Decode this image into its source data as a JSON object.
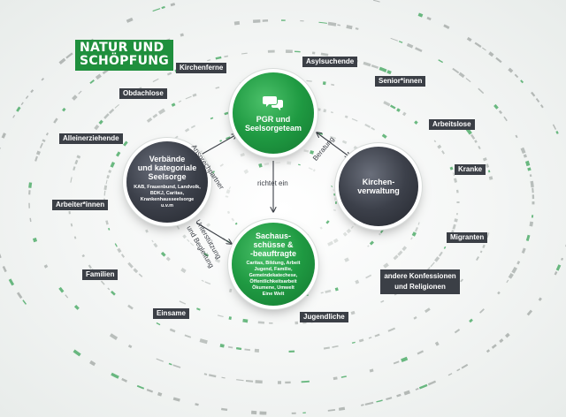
{
  "title": {
    "line1": "NATUR UND",
    "line2": "SCHÖPFUNG"
  },
  "center": {
    "top": {
      "title": [
        "PGR und",
        "Seelsorgeteam"
      ]
    },
    "left": {
      "title": [
        "Verbände",
        "und kategoriale",
        "Seelsorge"
      ],
      "sub": [
        "KAB, Frauenbund, Landvolk,",
        "BDKJ, Caritas,",
        "Krankenhausseelsorge",
        "u.v.m"
      ]
    },
    "right": {
      "title": [
        "Kirchen-",
        "verwaltung"
      ]
    },
    "bottom": {
      "title": [
        "Sachaus-",
        "schüsse &",
        "-beauftragte"
      ],
      "sub": [
        "Caritas, Bildung, Arbeit",
        "Jugend, Familie,",
        "Gemeindekatechese,",
        "Öffentlichkeitsarbeit",
        "Ökumene, Umwelt",
        "Eine Welt"
      ]
    }
  },
  "arrow_labels": {
    "ansprechpartner": "Ansprechpartner",
    "beratung": "Beratung",
    "richtet_ein": "richtet ein",
    "unterstuetzung": "Unterstützung",
    "begleitung": "und Begleitung"
  },
  "groups": {
    "kirchenferne": "Kirchenferne",
    "asylsuchende": "Asylsuchende",
    "obdachlose": "Obdachlose",
    "senioren": "Senior*innen",
    "alleinerziehende": "Alleinerziehende",
    "arbeitslose": "Arbeitslose",
    "kranke": "Kranke",
    "arbeiter": "Arbeiter*innen",
    "migranten": "Migranten",
    "familien": "Familien",
    "konfessionen": [
      "andere Konfessionen",
      "und Religionen"
    ],
    "einsame": "Einsame",
    "jugendliche": "Jugendliche"
  },
  "colors": {
    "green": "#1f9a42",
    "dark": "#3c404a",
    "tag_bg": "#3b3f46",
    "title_bg": "#1f8f3d"
  },
  "icons": {
    "top_circle": "chat-bubbles-icon"
  }
}
